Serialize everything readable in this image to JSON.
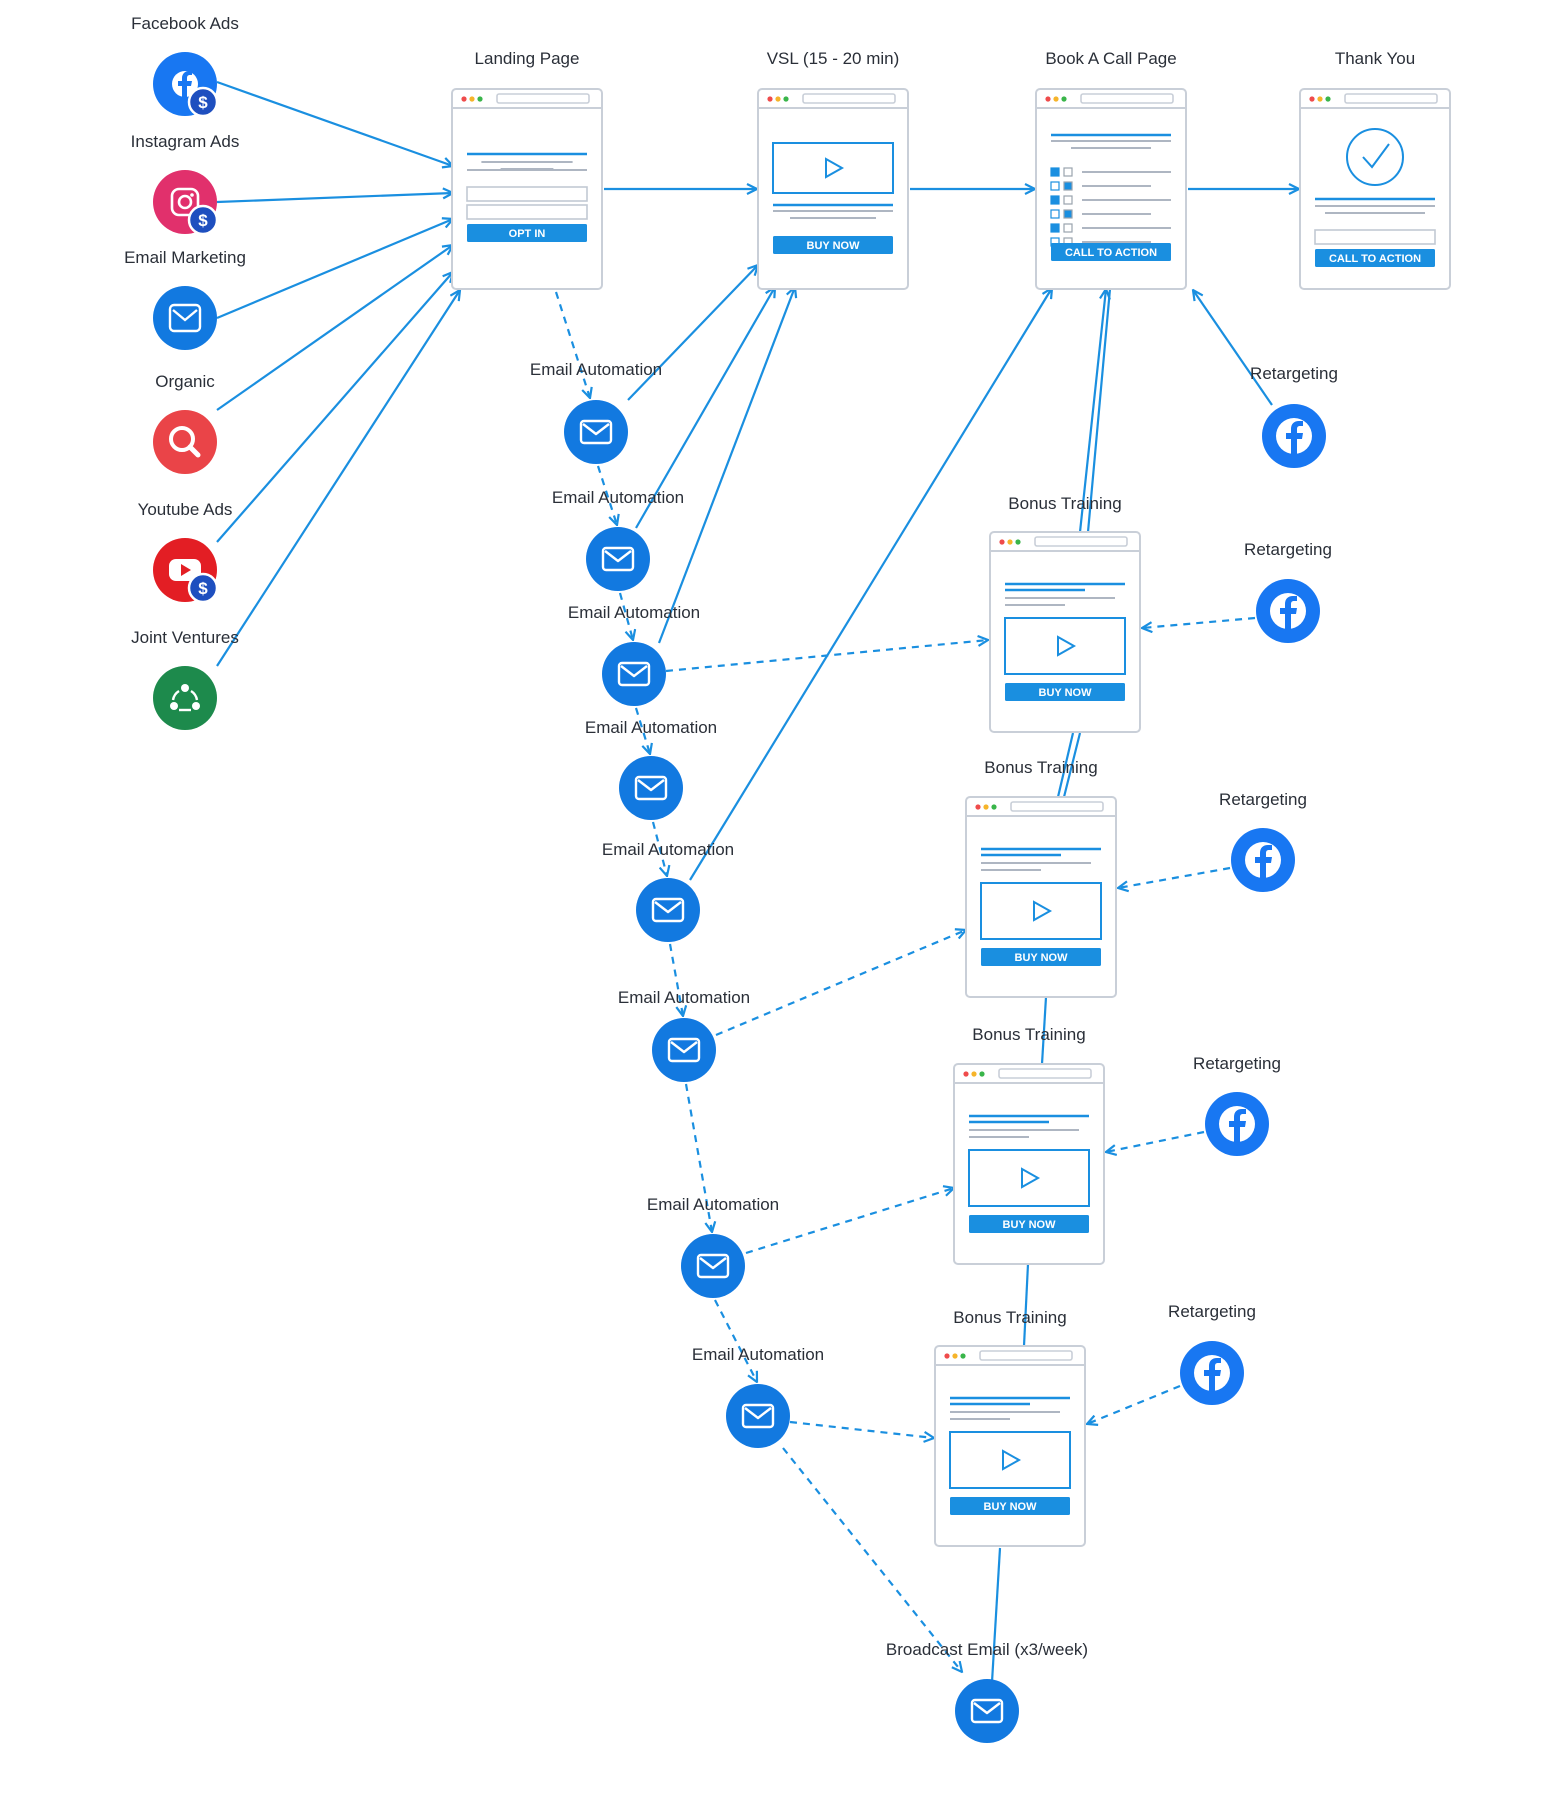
{
  "colors": {
    "line": "#1a8fe0",
    "page_border": "#c9cfd8",
    "page_bg": "#ffffff",
    "accent": "#1a8fe0",
    "email_circle": "#1279e0",
    "facebook": "#1877f2",
    "instagram": "#e1306c",
    "organic": "#ea4448",
    "youtube": "#e31e24",
    "joint": "#1d8a4c",
    "dollar_badge": "#1e4fbf"
  },
  "sources": [
    {
      "label": "Facebook Ads",
      "icon": "facebook-icon",
      "badge": "$"
    },
    {
      "label": "Instagram Ads",
      "icon": "instagram-icon",
      "badge": "$"
    },
    {
      "label": "Email Marketing",
      "icon": "mail-icon",
      "badge": ""
    },
    {
      "label": "Organic",
      "icon": "search-icon",
      "badge": ""
    },
    {
      "label": "Youtube Ads",
      "icon": "youtube-icon",
      "badge": "$"
    },
    {
      "label": "Joint Ventures",
      "icon": "share-icon",
      "badge": ""
    }
  ],
  "pages": {
    "landing": {
      "title": "Landing Page",
      "button": "OPT IN"
    },
    "vsl": {
      "title": "VSL (15 - 20 min)",
      "button": "BUY NOW"
    },
    "book_call": {
      "title": "Book A Call Page",
      "button": "CALL TO ACTION"
    },
    "thank_you": {
      "title": "Thank You",
      "button": "CALL TO ACTION"
    }
  },
  "bonus_trainings": [
    {
      "title": "Bonus Training",
      "button": "BUY NOW"
    },
    {
      "title": "Bonus Training",
      "button": "BUY NOW"
    },
    {
      "title": "Bonus Training",
      "button": "BUY NOW"
    },
    {
      "title": "Bonus Training",
      "button": "BUY NOW"
    }
  ],
  "email_automations": [
    "Email Automation",
    "Email Automation",
    "Email Automation",
    "Email Automation",
    "Email Automation",
    "Email Automation",
    "Email Automation",
    "Email Automation"
  ],
  "retargeting": [
    "Retargeting",
    "Retargeting",
    "Retargeting",
    "Retargeting",
    "Retargeting"
  ],
  "broadcast": "Broadcast Email (x3/week)"
}
